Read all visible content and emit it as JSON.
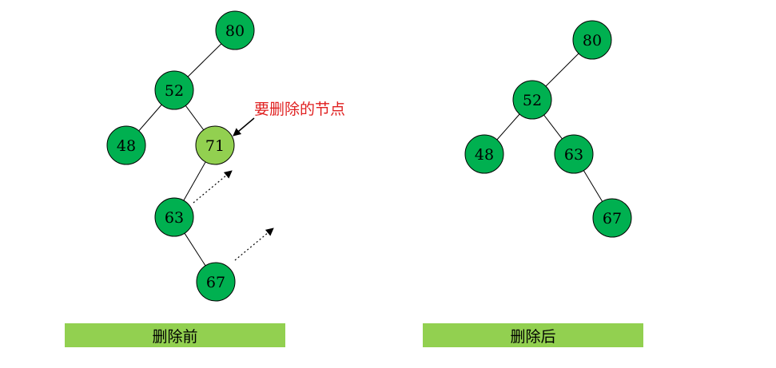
{
  "before": {
    "nodes": [
      {
        "id": "b80",
        "label": "80",
        "color": "#00b050"
      },
      {
        "id": "b52",
        "label": "52",
        "color": "#00b050"
      },
      {
        "id": "b48",
        "label": "48",
        "color": "#00b050"
      },
      {
        "id": "b71",
        "label": "71",
        "color": "#92d050"
      },
      {
        "id": "b63",
        "label": "63",
        "color": "#00b050"
      },
      {
        "id": "b67",
        "label": "67",
        "color": "#00b050"
      }
    ],
    "edges": [
      [
        "b80",
        "b52"
      ],
      [
        "b52",
        "b48"
      ],
      [
        "b52",
        "b71"
      ],
      [
        "b71",
        "b63"
      ],
      [
        "b63",
        "b67"
      ]
    ],
    "annotation": "要删除的节点",
    "caption": "删除前"
  },
  "after": {
    "nodes": [
      {
        "id": "a80",
        "label": "80",
        "color": "#00b050"
      },
      {
        "id": "a52",
        "label": "52",
        "color": "#00b050"
      },
      {
        "id": "a48",
        "label": "48",
        "color": "#00b050"
      },
      {
        "id": "a63",
        "label": "63",
        "color": "#00b050"
      },
      {
        "id": "a67",
        "label": "67",
        "color": "#00b050"
      }
    ],
    "edges": [
      [
        "a80",
        "a52"
      ],
      [
        "a52",
        "a48"
      ],
      [
        "a52",
        "a63"
      ],
      [
        "a63",
        "a67"
      ]
    ],
    "caption": "删除后"
  },
  "colors": {
    "node_fill": "#00b050",
    "deleted_node_fill": "#92d050",
    "caption_bar": "#92d050",
    "annotation_text": "#e02020"
  }
}
